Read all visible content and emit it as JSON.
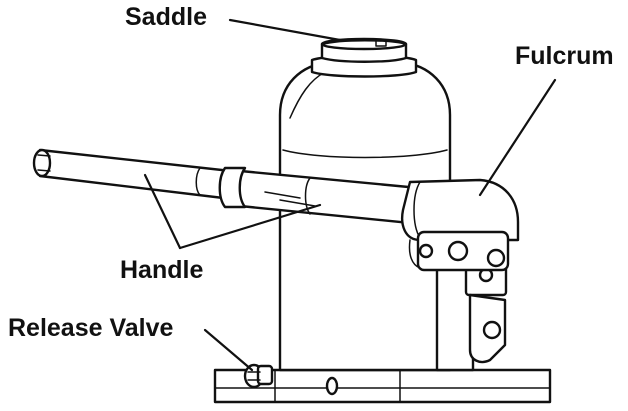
{
  "labels": {
    "saddle": "Saddle",
    "fulcrum": "Fulcrum",
    "handle": "Handle",
    "release_valve": "Release Valve"
  },
  "colors": {
    "ink": "#111111",
    "background": "#ffffff"
  }
}
